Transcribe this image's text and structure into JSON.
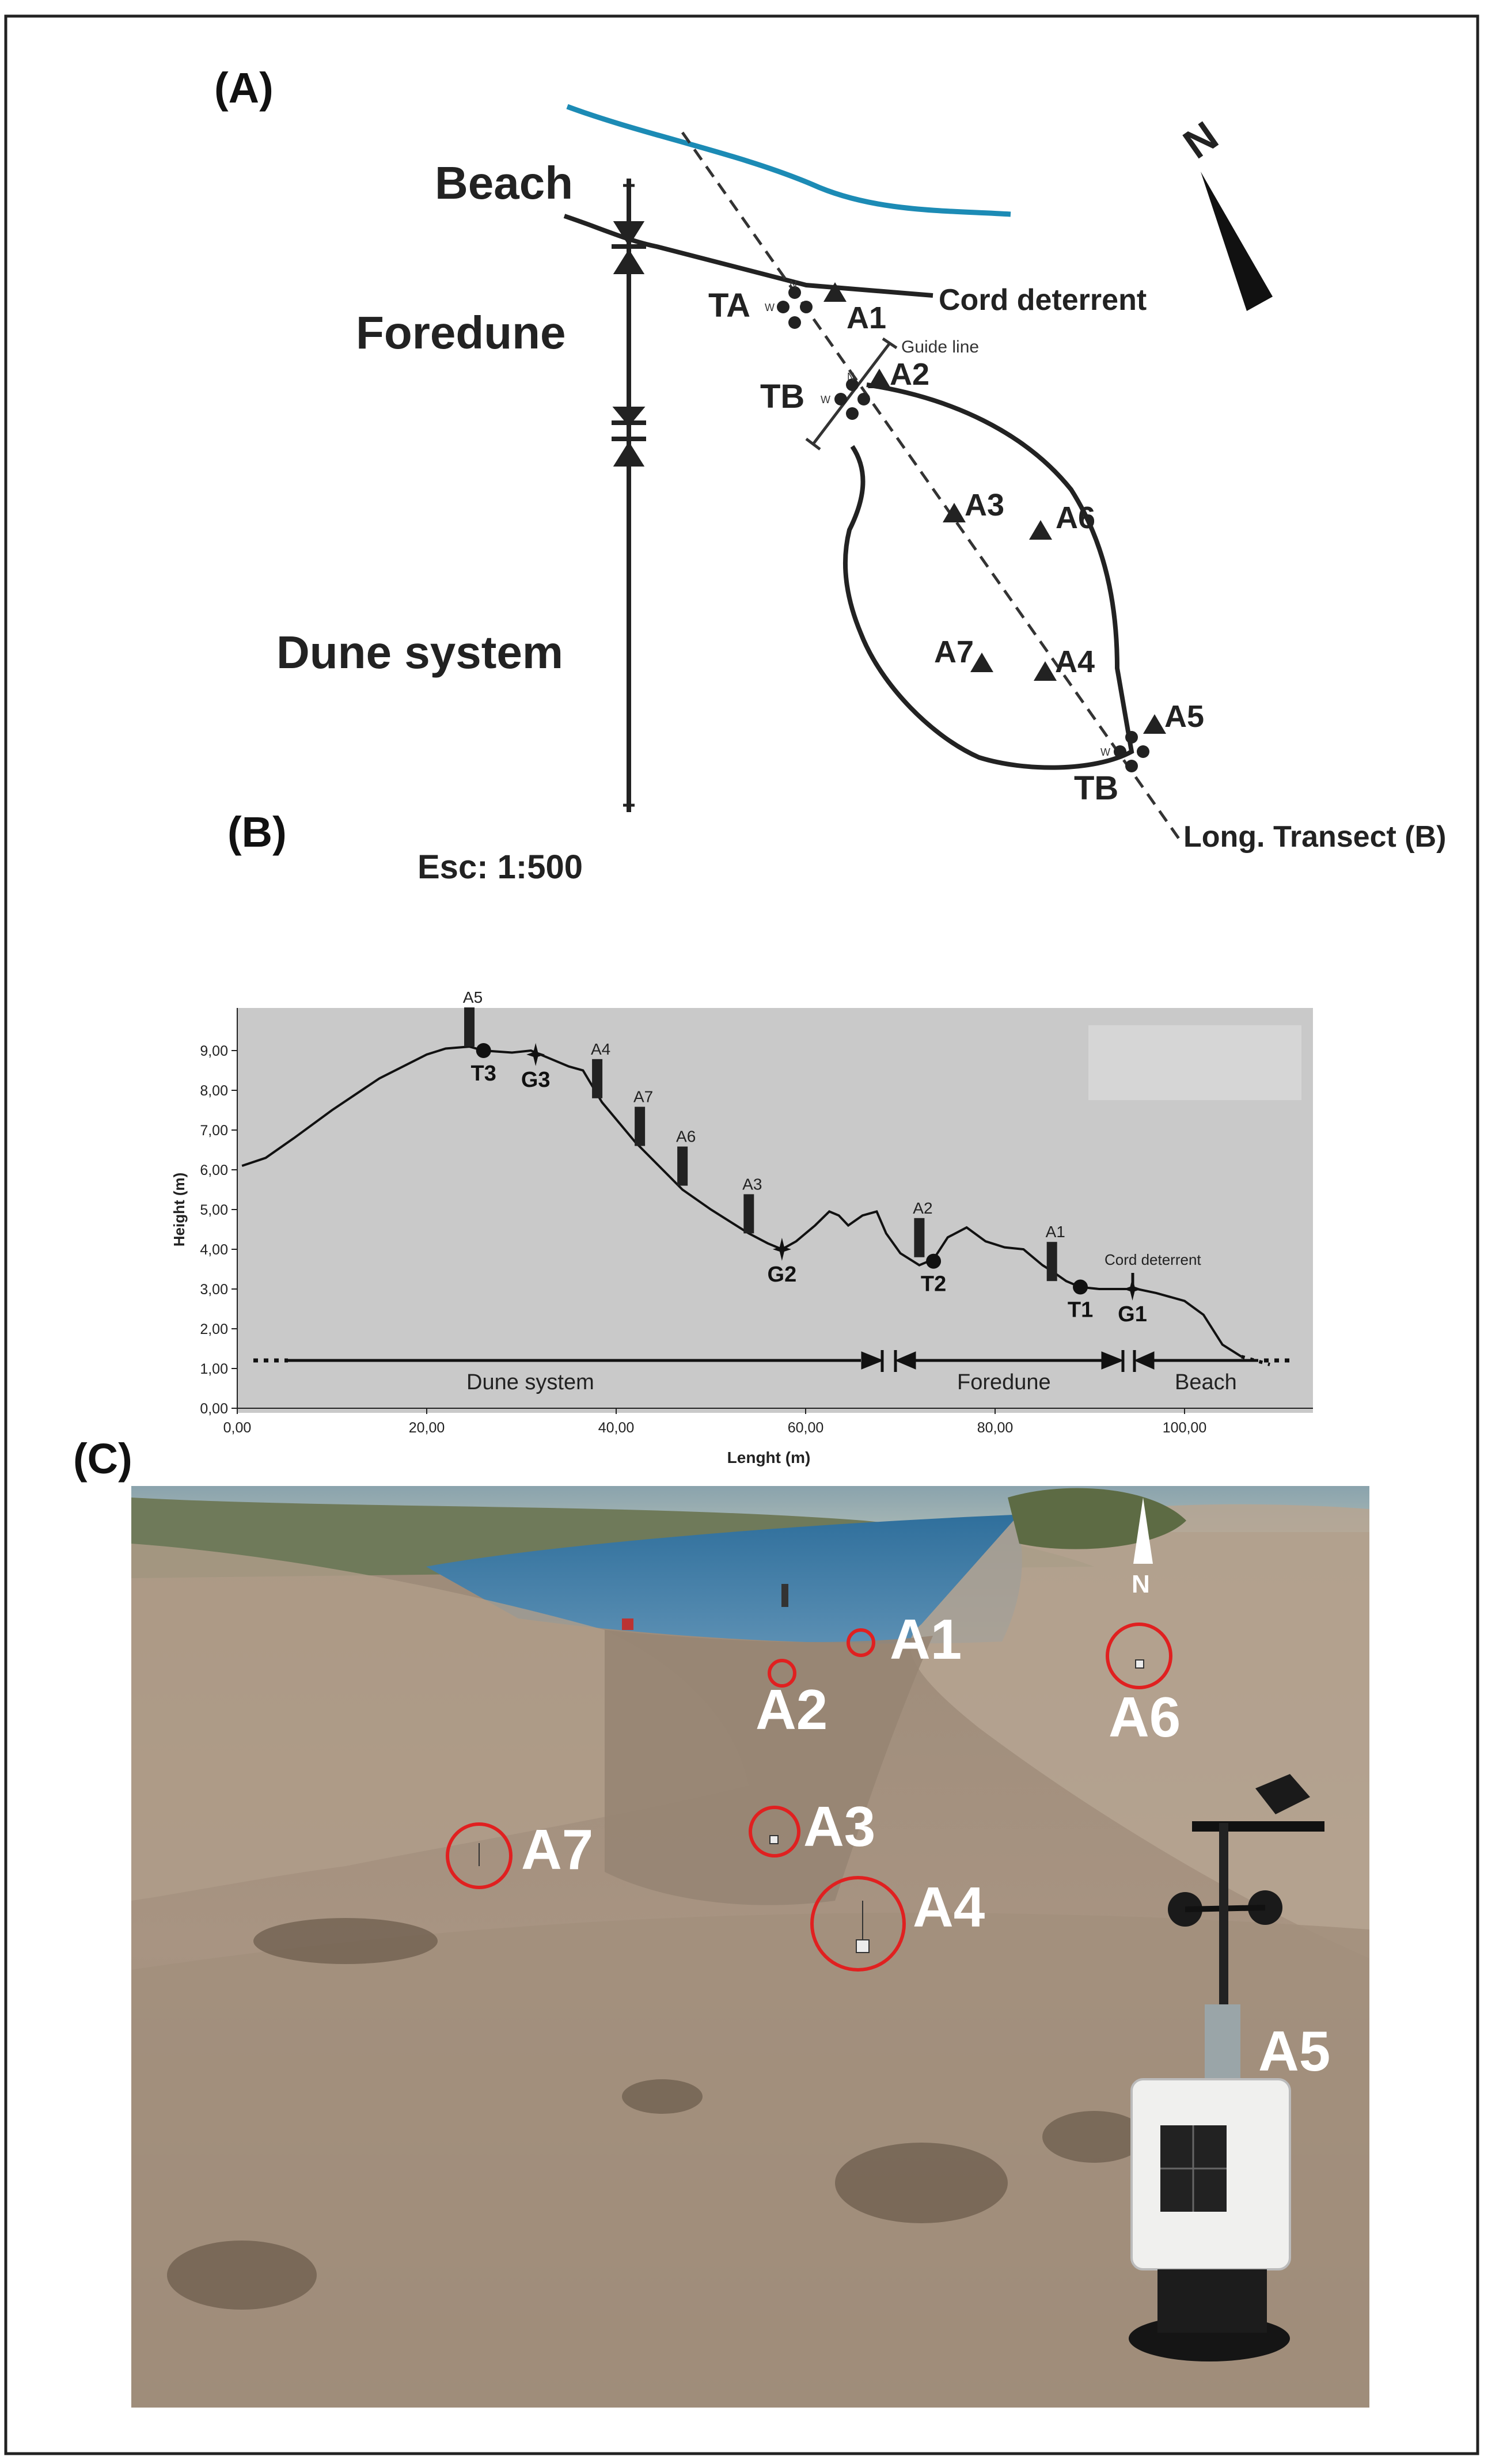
{
  "panel_a": {
    "label": "(A)",
    "zones": {
      "beach": "Beach",
      "foredune": "Foredune",
      "dune_system": "Dune system"
    },
    "cord_deterrent": "Cord deterrent",
    "guide_line": "Guide line",
    "north": "N",
    "transect": "Long. Transect (B)",
    "scale": "Esc: 1:500",
    "towers": {
      "ta": "TA",
      "tb_upper": "TB",
      "tb_lower": "TB"
    },
    "compass_letters": {
      "n": "N",
      "w": "W"
    },
    "stations": {
      "a1": "A1",
      "a2": "A2",
      "a3": "A3",
      "a4": "A4",
      "a5": "A5",
      "a6": "A6",
      "a7": "A7"
    }
  },
  "panel_b": {
    "label": "(B)",
    "zones": {
      "dune_system": "Dune system",
      "foredune": "Foredune",
      "beach": "Beach"
    },
    "cord_deterrent": "Cord deterrent",
    "colors": {
      "background": "#c9c9c9",
      "profile": "#111111"
    }
  },
  "chart_data": {
    "type": "line",
    "xlabel": "Lenght (m)",
    "ylabel": "Height (m)",
    "xlim": [
      0,
      110
    ],
    "ylim": [
      0,
      10
    ],
    "x_ticks": [
      "0,00",
      "20,00",
      "40,00",
      "60,00",
      "80,00",
      "100,00"
    ],
    "y_ticks": [
      "0,00",
      "1,00",
      "2,00",
      "3,00",
      "4,00",
      "5,00",
      "6,00",
      "7,00",
      "8,00",
      "9,00"
    ],
    "profile": {
      "x": [
        0.5,
        3,
        6,
        10,
        15,
        20,
        22,
        24.5,
        26,
        29,
        31,
        33,
        35,
        36.5,
        37.5,
        38.5,
        42,
        47,
        50,
        54,
        56,
        57.5,
        59,
        61,
        62.5,
        63.5,
        64.5,
        66,
        67.5,
        68.5,
        70,
        72,
        73.5,
        75,
        77,
        79,
        81,
        83,
        85,
        86,
        87.5,
        89,
        91,
        93.5,
        95,
        97,
        100,
        102,
        104,
        106
      ],
      "y": [
        6.1,
        6.3,
        6.8,
        7.5,
        8.3,
        8.9,
        9.05,
        9.1,
        9.0,
        8.95,
        9.0,
        8.8,
        8.6,
        8.5,
        8.1,
        7.7,
        6.7,
        5.5,
        5.0,
        4.4,
        4.15,
        4.0,
        4.2,
        4.6,
        4.95,
        4.85,
        4.6,
        4.85,
        4.95,
        4.4,
        3.9,
        3.6,
        3.75,
        4.3,
        4.55,
        4.2,
        4.05,
        4.0,
        3.6,
        3.45,
        3.2,
        3.05,
        3.0,
        3.0,
        3.0,
        2.9,
        2.7,
        2.35,
        1.6,
        1.3
      ]
    },
    "stations": [
      {
        "name": "A5",
        "x": 24.5,
        "y": 9.1
      },
      {
        "name": "A4",
        "x": 38,
        "y": 7.8
      },
      {
        "name": "A7",
        "x": 42.5,
        "y": 6.6
      },
      {
        "name": "A6",
        "x": 47,
        "y": 5.6
      },
      {
        "name": "A3",
        "x": 54,
        "y": 4.4
      },
      {
        "name": "A2",
        "x": 72,
        "y": 3.8
      },
      {
        "name": "A1",
        "x": 86,
        "y": 3.2
      }
    ],
    "towers": [
      {
        "name": "T3",
        "x": 26,
        "y": 9.0
      },
      {
        "name": "T2",
        "x": 73.5,
        "y": 3.7
      },
      {
        "name": "T1",
        "x": 89,
        "y": 3.05
      }
    ],
    "grains": [
      {
        "name": "G3",
        "x": 31.5,
        "y": 8.9
      },
      {
        "name": "G2",
        "x": 57.5,
        "y": 4.0
      },
      {
        "name": "G1",
        "x": 94.5,
        "y": 3.0
      }
    ]
  },
  "panel_c": {
    "label": "(C)",
    "north": "N",
    "photo_labels": {
      "a1": "A1",
      "a2": "A2",
      "a3": "A3",
      "a4": "A4",
      "a5": "A5",
      "a6": "A6",
      "a7": "A7"
    },
    "colors": {
      "circle": "#e02020",
      "sea": "#3a7aa8",
      "sand": "#a69380"
    }
  }
}
